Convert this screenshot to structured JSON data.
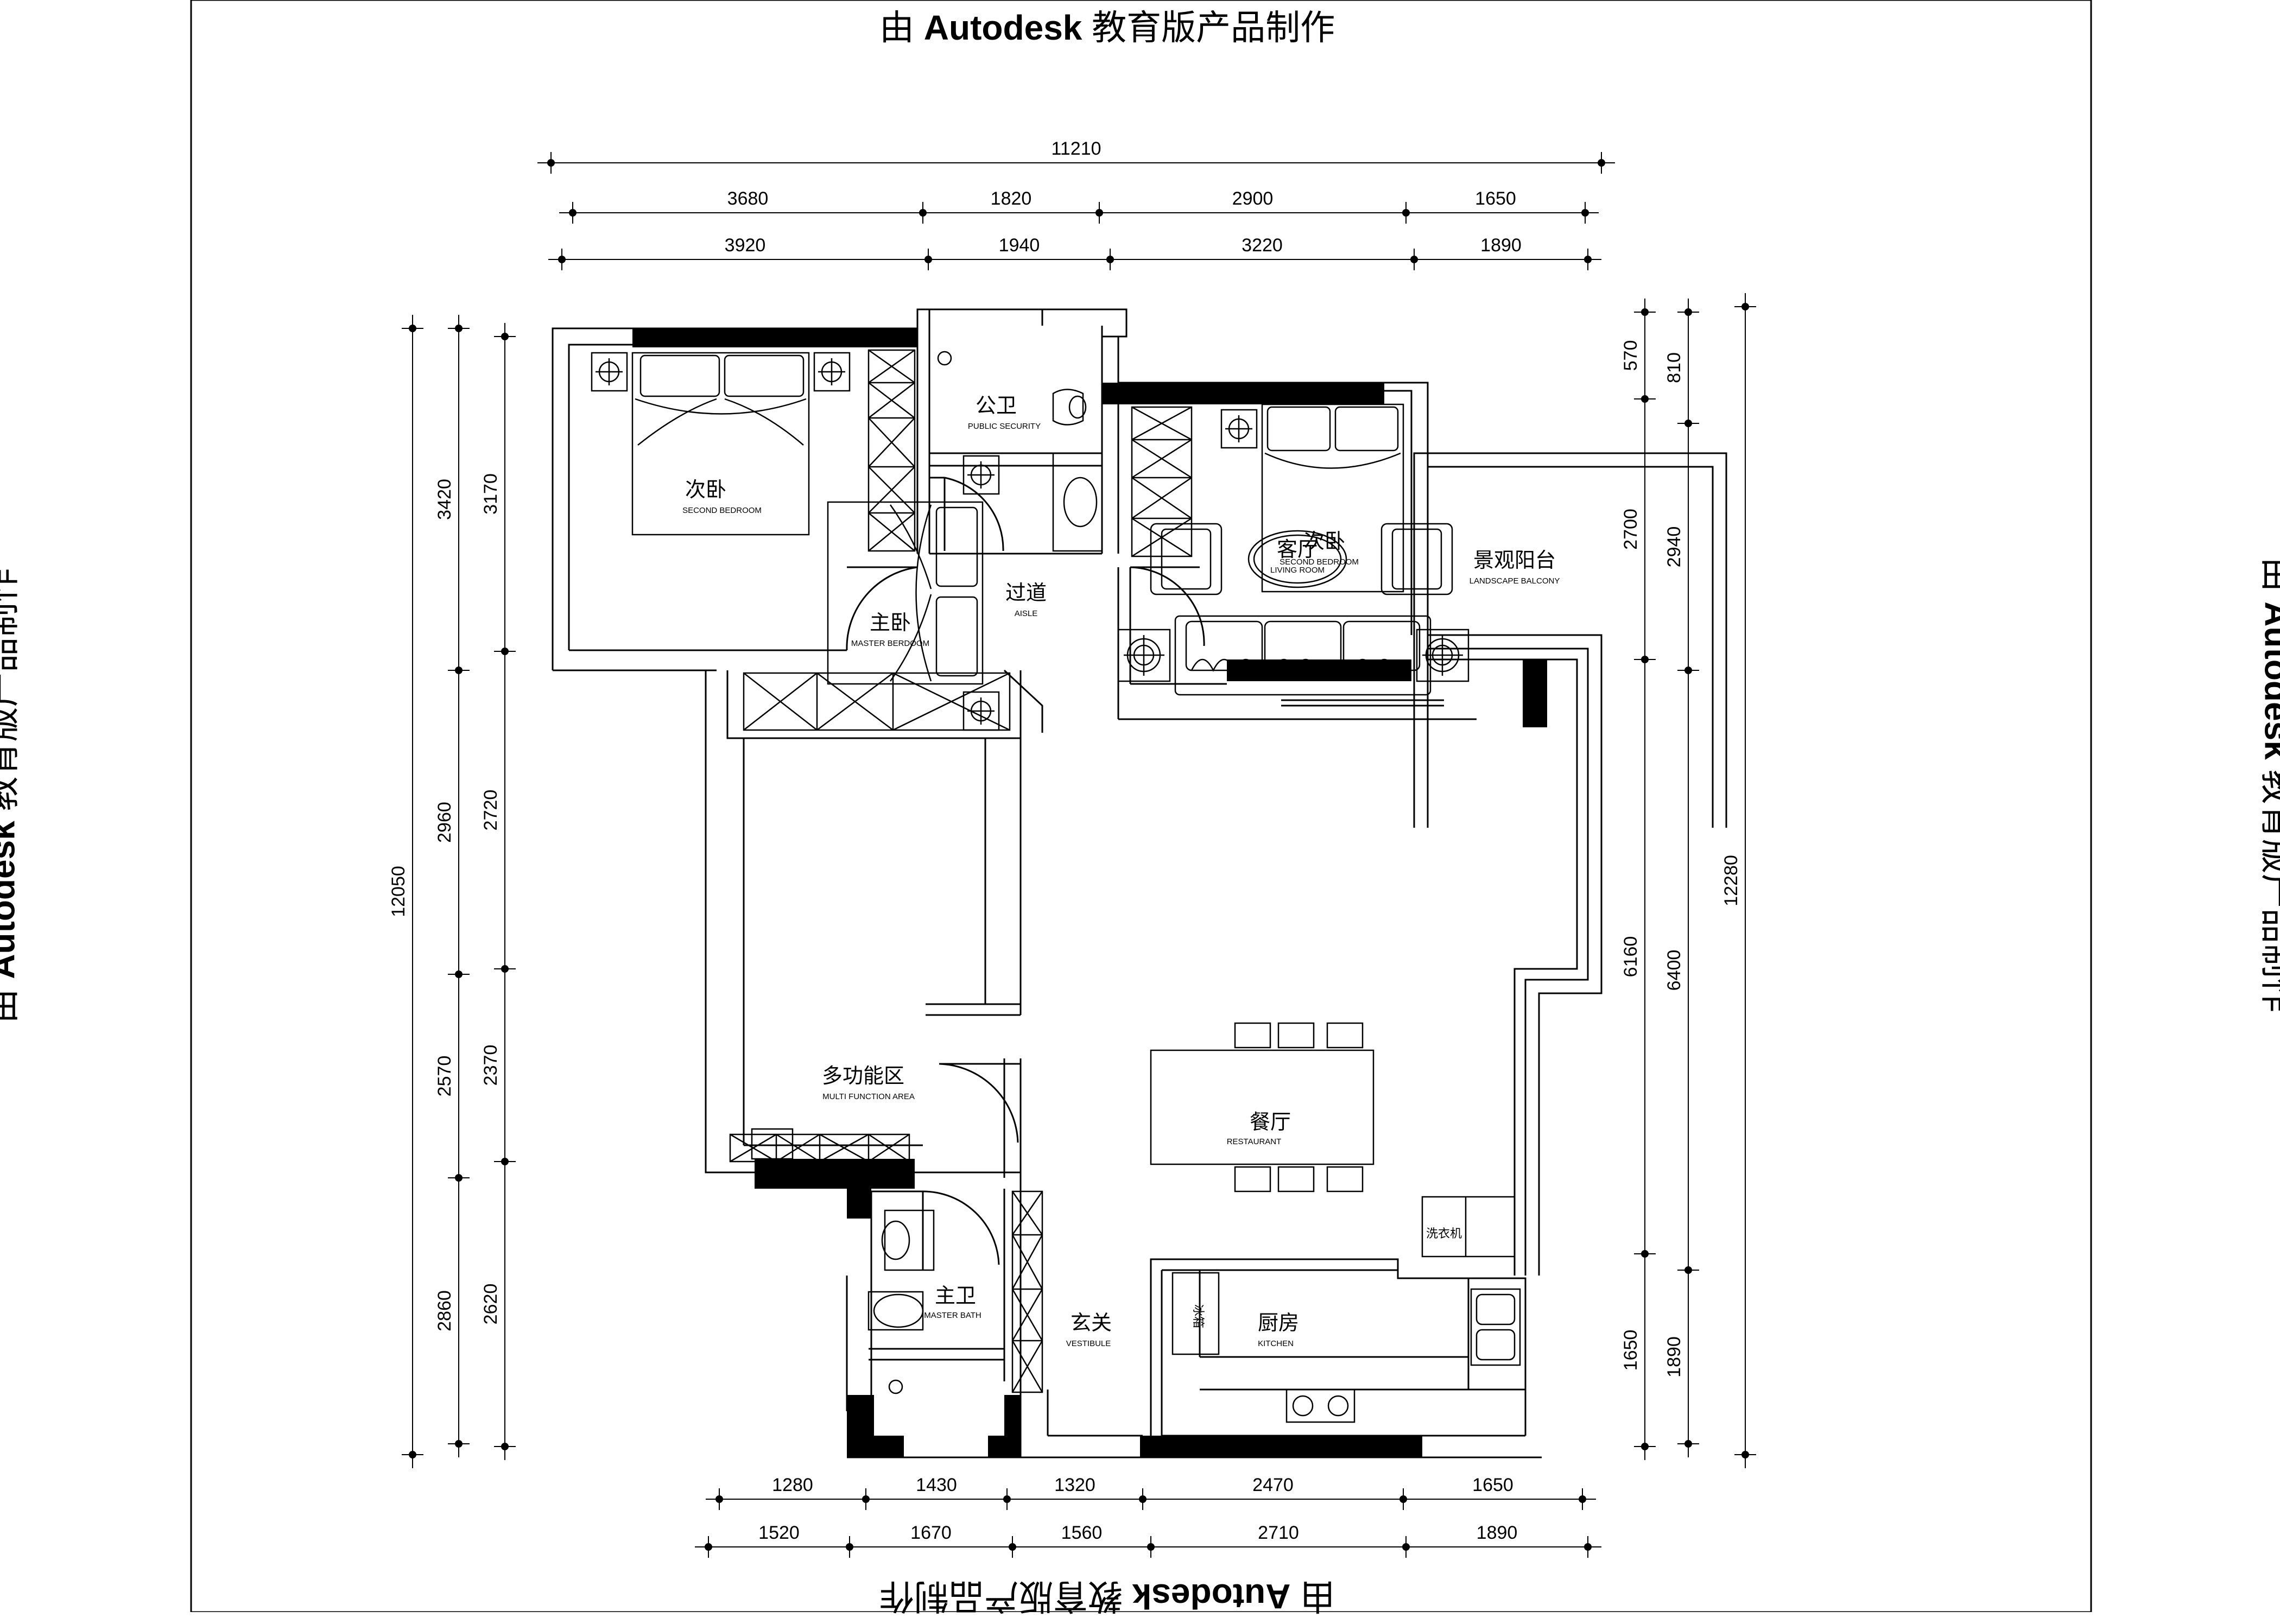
{
  "watermark": {
    "prefix": "由",
    "brand": "Autodesk",
    "suffix": "教育版产品制作"
  },
  "dimensions": {
    "top": {
      "overall": "11210",
      "row1": [
        "3680",
        "1820",
        "2900",
        "1650"
      ],
      "row2": [
        "3920",
        "1940",
        "3220",
        "1890"
      ]
    },
    "bottom": {
      "row1": [
        "1280",
        "1430",
        "1320",
        "2470",
        "1650"
      ],
      "row2": [
        "1520",
        "1670",
        "1560",
        "2710",
        "1890"
      ]
    },
    "left": {
      "overall": "12050",
      "outer": [
        "3420",
        "2960",
        "2570",
        "2860"
      ],
      "inner": [
        "3170",
        "2720",
        "2370",
        "2620"
      ]
    },
    "right": {
      "overall": "12280",
      "inner": [
        "570",
        "2700",
        "6160",
        "1650"
      ],
      "outer": [
        "810",
        "2940",
        "6400",
        "1890"
      ]
    }
  },
  "rooms": [
    {
      "cn": "次卧",
      "en": "SECOND BEDROOM"
    },
    {
      "cn": "公卫",
      "en": "PUBLIC SECURITY"
    },
    {
      "cn": "次卧",
      "en": "SECOND BEDROOM"
    },
    {
      "cn": "过道",
      "en": "AISLE"
    },
    {
      "cn": "主卧",
      "en": "MASTER BERDOOM"
    },
    {
      "cn": "客厅",
      "en": "LIVING ROOM"
    },
    {
      "cn": "景观阳台",
      "en": "LANDSCAPE BALCONY"
    },
    {
      "cn": "多功能区",
      "en": "MULTI FUNCTION AREA"
    },
    {
      "cn": "餐厅",
      "en": "RESTAURANT"
    },
    {
      "cn": "主卫",
      "en": "MASTER BATH"
    },
    {
      "cn": "玄关",
      "en": "VESTIBULE"
    },
    {
      "cn": "厨房",
      "en": "KITCHEN"
    }
  ],
  "appliances": {
    "fridge": "冰箱",
    "washer": "洗衣机"
  }
}
